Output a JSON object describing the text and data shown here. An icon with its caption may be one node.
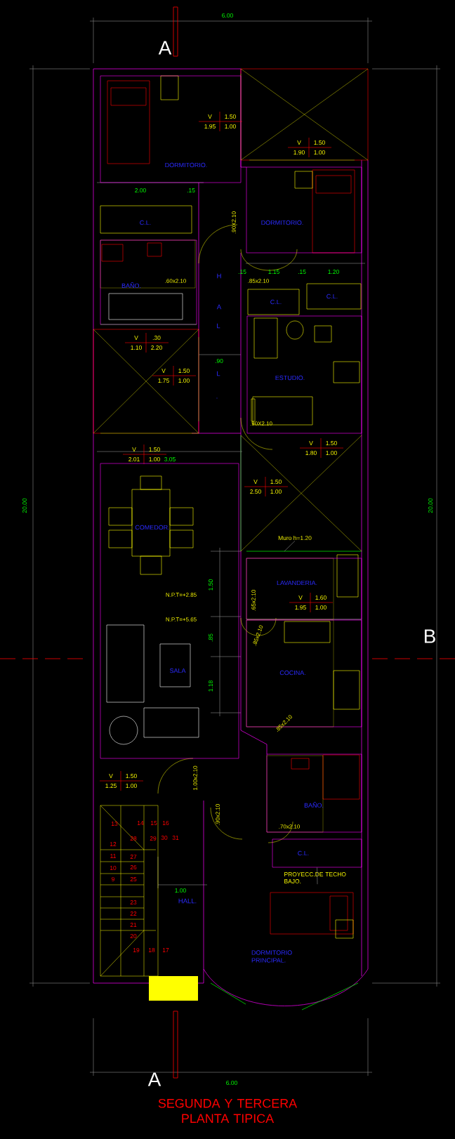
{
  "diagram": {
    "caption": "SEGUNDA Y TERCERA PLANTA TIPICA",
    "nodes": [
      {
        "text": [
          "DORMITORIO."
        ]
      },
      {
        "text": [
          "DORMITORIO."
        ]
      },
      {
        "text": [
          "C.L."
        ]
      },
      {
        "text": [
          "BAÑO."
        ]
      },
      {
        "text": [
          "C.L."
        ]
      },
      {
        "text": [
          "C.L."
        ]
      },
      {
        "text": [
          "ESTUDIO."
        ]
      },
      {
        "text": [
          "COMEDOR."
        ]
      },
      {
        "text": [
          "LAVANDERIA."
        ]
      },
      {
        "text": [
          "SALA"
        ],
        "in": 7
      },
      {
        "text": [
          "COCINA."
        ]
      },
      {
        "text": [
          "BAÑO."
        ]
      },
      {
        "text": [
          "C.L."
        ]
      },
      {
        "text": [
          "DORMITORIO PRINCIPAL."
        ]
      },
      {
        "text": [
          "Muro h=1.20"
        ]
      },
      {
        "text": [
          "PROYECC.DE TECHO BAJO."
        ]
      }
    ],
    "edges": [
      {
        "from": 14,
        "to": null,
        "arrow": "none"
      },
      {
        "from": 15,
        "to": 12,
        "arrow": "none"
      }
    ],
    "labels": [
      "6.00",
      "A",
      "V",
      "1.50",
      "1.95",
      "1.00",
      "V",
      "1.50",
      "1.90",
      "1.00",
      "2.00",
      ".15",
      ".90X2.10",
      ".15",
      "1.15",
      ".15",
      "1.20",
      "H",
      ".60x2.10",
      ".85x2.10",
      "A",
      "L",
      "V",
      ".30",
      "1.10",
      "2.20",
      ".90",
      "L",
      "V",
      "1.50",
      "1.75",
      "1.00",
      ".",
      ".90X2.10",
      "V",
      "1.50",
      "1.80",
      "1.00",
      "V",
      "1.50",
      "2.01",
      "1.00",
      "3.05",
      "V",
      "1.50",
      "2.50",
      "1.00",
      "1.50",
      "N.P.T=+2.85",
      ".65x2.10",
      "V",
      "1.60",
      "1.95",
      "1.00",
      "N.P.T=+5.65",
      ".85x2.10",
      ".85",
      "1.18",
      ".85x2.10",
      "V",
      "1.50",
      "1.25",
      "1.00",
      "1.00x2.10",
      ".90x2.10",
      "13",
      "14",
      "15",
      "16",
      ".70x2.10",
      "28",
      "29",
      "30",
      "31",
      "12",
      "11",
      "27",
      "10",
      "26",
      "9",
      "25",
      "1.00",
      "23",
      "HALL.",
      "22",
      "21",
      "20",
      "19",
      "18",
      "17",
      "A",
      "6.00",
      "20.00",
      "20.00",
      "B"
    ]
  }
}
